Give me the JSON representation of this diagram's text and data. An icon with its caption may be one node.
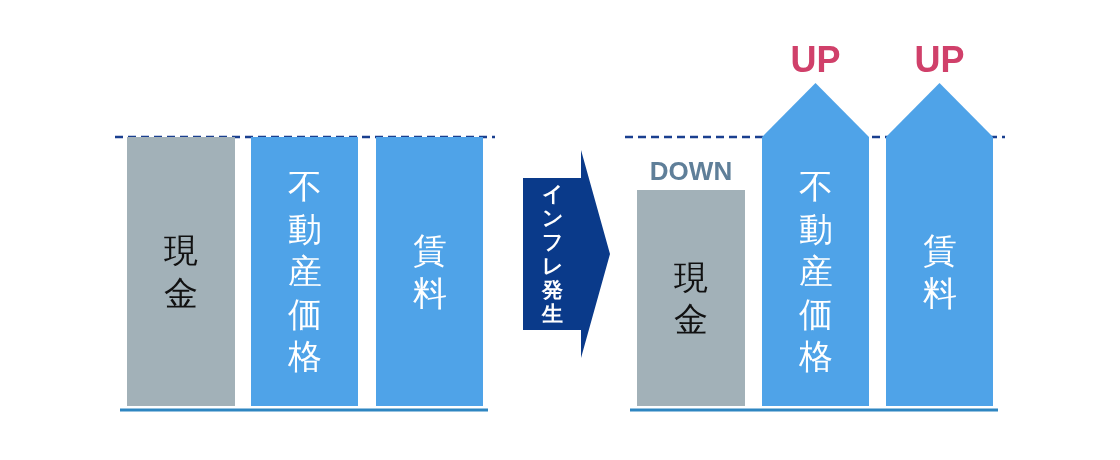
{
  "diagram": {
    "nodes": [
      {
        "text": [
          "現金"
        ]
      },
      {
        "text": [
          "不動産価格"
        ]
      },
      {
        "text": [
          "賃料"
        ]
      },
      {
        "text": [
          "インフレ発生"
        ]
      },
      {
        "text": [
          "現金"
        ],
        "beside": [
          "DOWN"
        ]
      },
      {
        "text": [
          "不動産価格"
        ],
        "beside": [
          "UP"
        ]
      },
      {
        "text": [
          "賃料"
        ],
        "beside": [
          "UP"
        ]
      }
    ]
  }
}
